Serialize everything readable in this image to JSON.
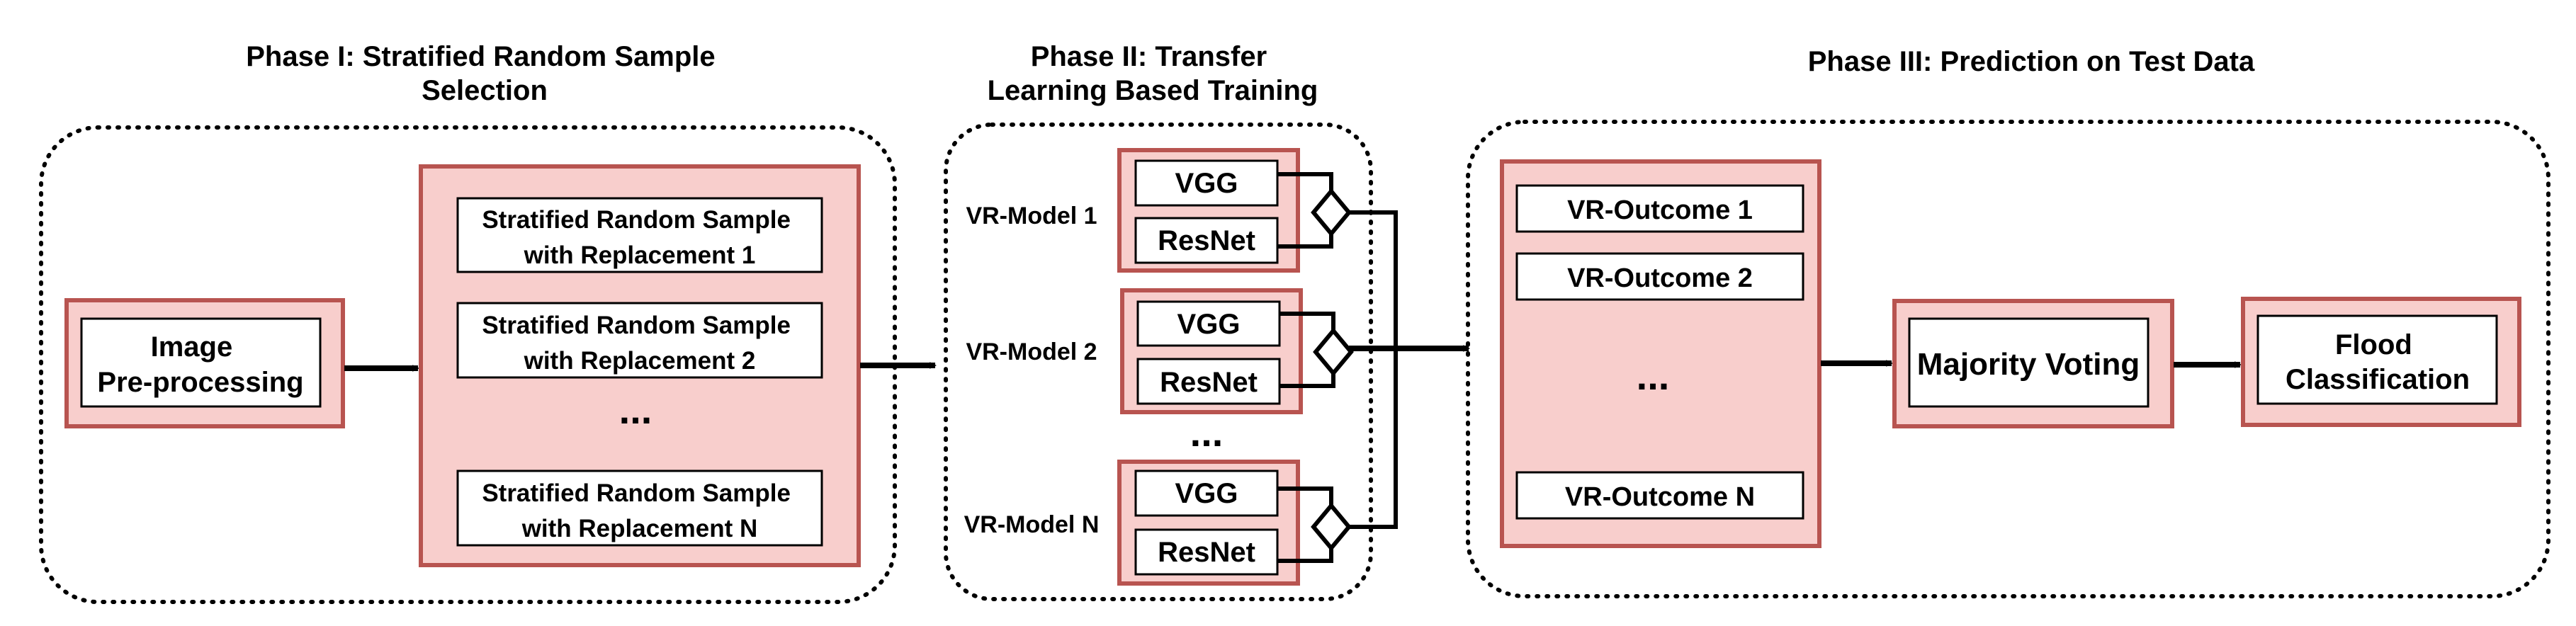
{
  "colors": {
    "fill": "#f8cecc",
    "border": "#b85450",
    "inner": "#ffffff",
    "line": "#000000"
  },
  "phase1": {
    "title_line1": "Phase I: Stratified Random Sample",
    "title_line2": "Selection",
    "preprocess_line1": "Image",
    "preprocess_line2": "Pre-processing",
    "samples": [
      {
        "line1": "Stratified Random Sample",
        "line2": "with Replacement 1"
      },
      {
        "line1": "Stratified Random Sample",
        "line2": "with Replacement 2"
      },
      {
        "line1": "Stratified Random Sample",
        "line2": "with Replacement N"
      }
    ],
    "ellipsis": "..."
  },
  "phase2": {
    "title_line1": "Phase II: Transfer",
    "title_line2": "Learning Based Training",
    "models": [
      {
        "label": "VR-Model 1",
        "top": "VGG",
        "bottom": "ResNet"
      },
      {
        "label": "VR-Model 2",
        "top": "VGG",
        "bottom": "ResNet"
      },
      {
        "label": "VR-Model N",
        "top": "VGG",
        "bottom": "ResNet"
      }
    ],
    "ellipsis": "..."
  },
  "phase3": {
    "title": "Phase III: Prediction on Test Data",
    "outcomes": [
      "VR-Outcome 1",
      "VR-Outcome 2",
      "VR-Outcome N"
    ],
    "ellipsis": "...",
    "voting": "Majority Voting",
    "result_line1": "Flood",
    "result_line2": "Classification"
  }
}
